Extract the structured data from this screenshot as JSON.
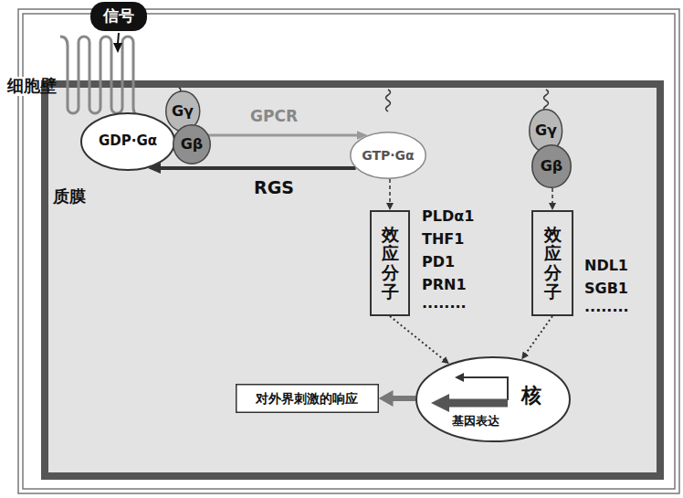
{
  "diagram": {
    "nodes": [
      {
        "text": [
          "信号"
        ]
      },
      {
        "text": [
          "GDP·Gα"
        ]
      },
      {
        "text": [
          "Gγ"
        ]
      },
      {
        "text": [
          "Gβ"
        ]
      },
      {
        "text": [
          "GTP·Gα"
        ]
      },
      {
        "text": [
          "Gγ"
        ]
      },
      {
        "text": [
          "Gβ"
        ]
      },
      {
        "text": [
          "效应分子"
        ]
      },
      {
        "text": [
          "效应分子"
        ]
      },
      {
        "text": [
          "对外界刺激的响应"
        ]
      },
      {
        "text": [
          "核",
          "基因表达"
        ]
      }
    ],
    "edges": [
      {
        "from": 1,
        "to": 4,
        "label": "GPCR",
        "arrow": "to"
      },
      {
        "from": 4,
        "to": 1,
        "label": "RGS",
        "arrow": "to"
      },
      {
        "from": 4,
        "to": 7,
        "arrow": "to"
      },
      {
        "from": 6,
        "to": 8,
        "arrow": "to"
      },
      {
        "from": 7,
        "to": 10,
        "arrow": "to"
      },
      {
        "from": 8,
        "to": 10,
        "arrow": "to"
      },
      {
        "from": 10,
        "to": 9,
        "arrow": "to"
      }
    ],
    "labels": [
      "细胞壁",
      "质膜",
      "PLDα1",
      "THF1",
      "PD1",
      "PRN1",
      "........",
      "NDL1",
      "SGB1",
      "........"
    ]
  }
}
